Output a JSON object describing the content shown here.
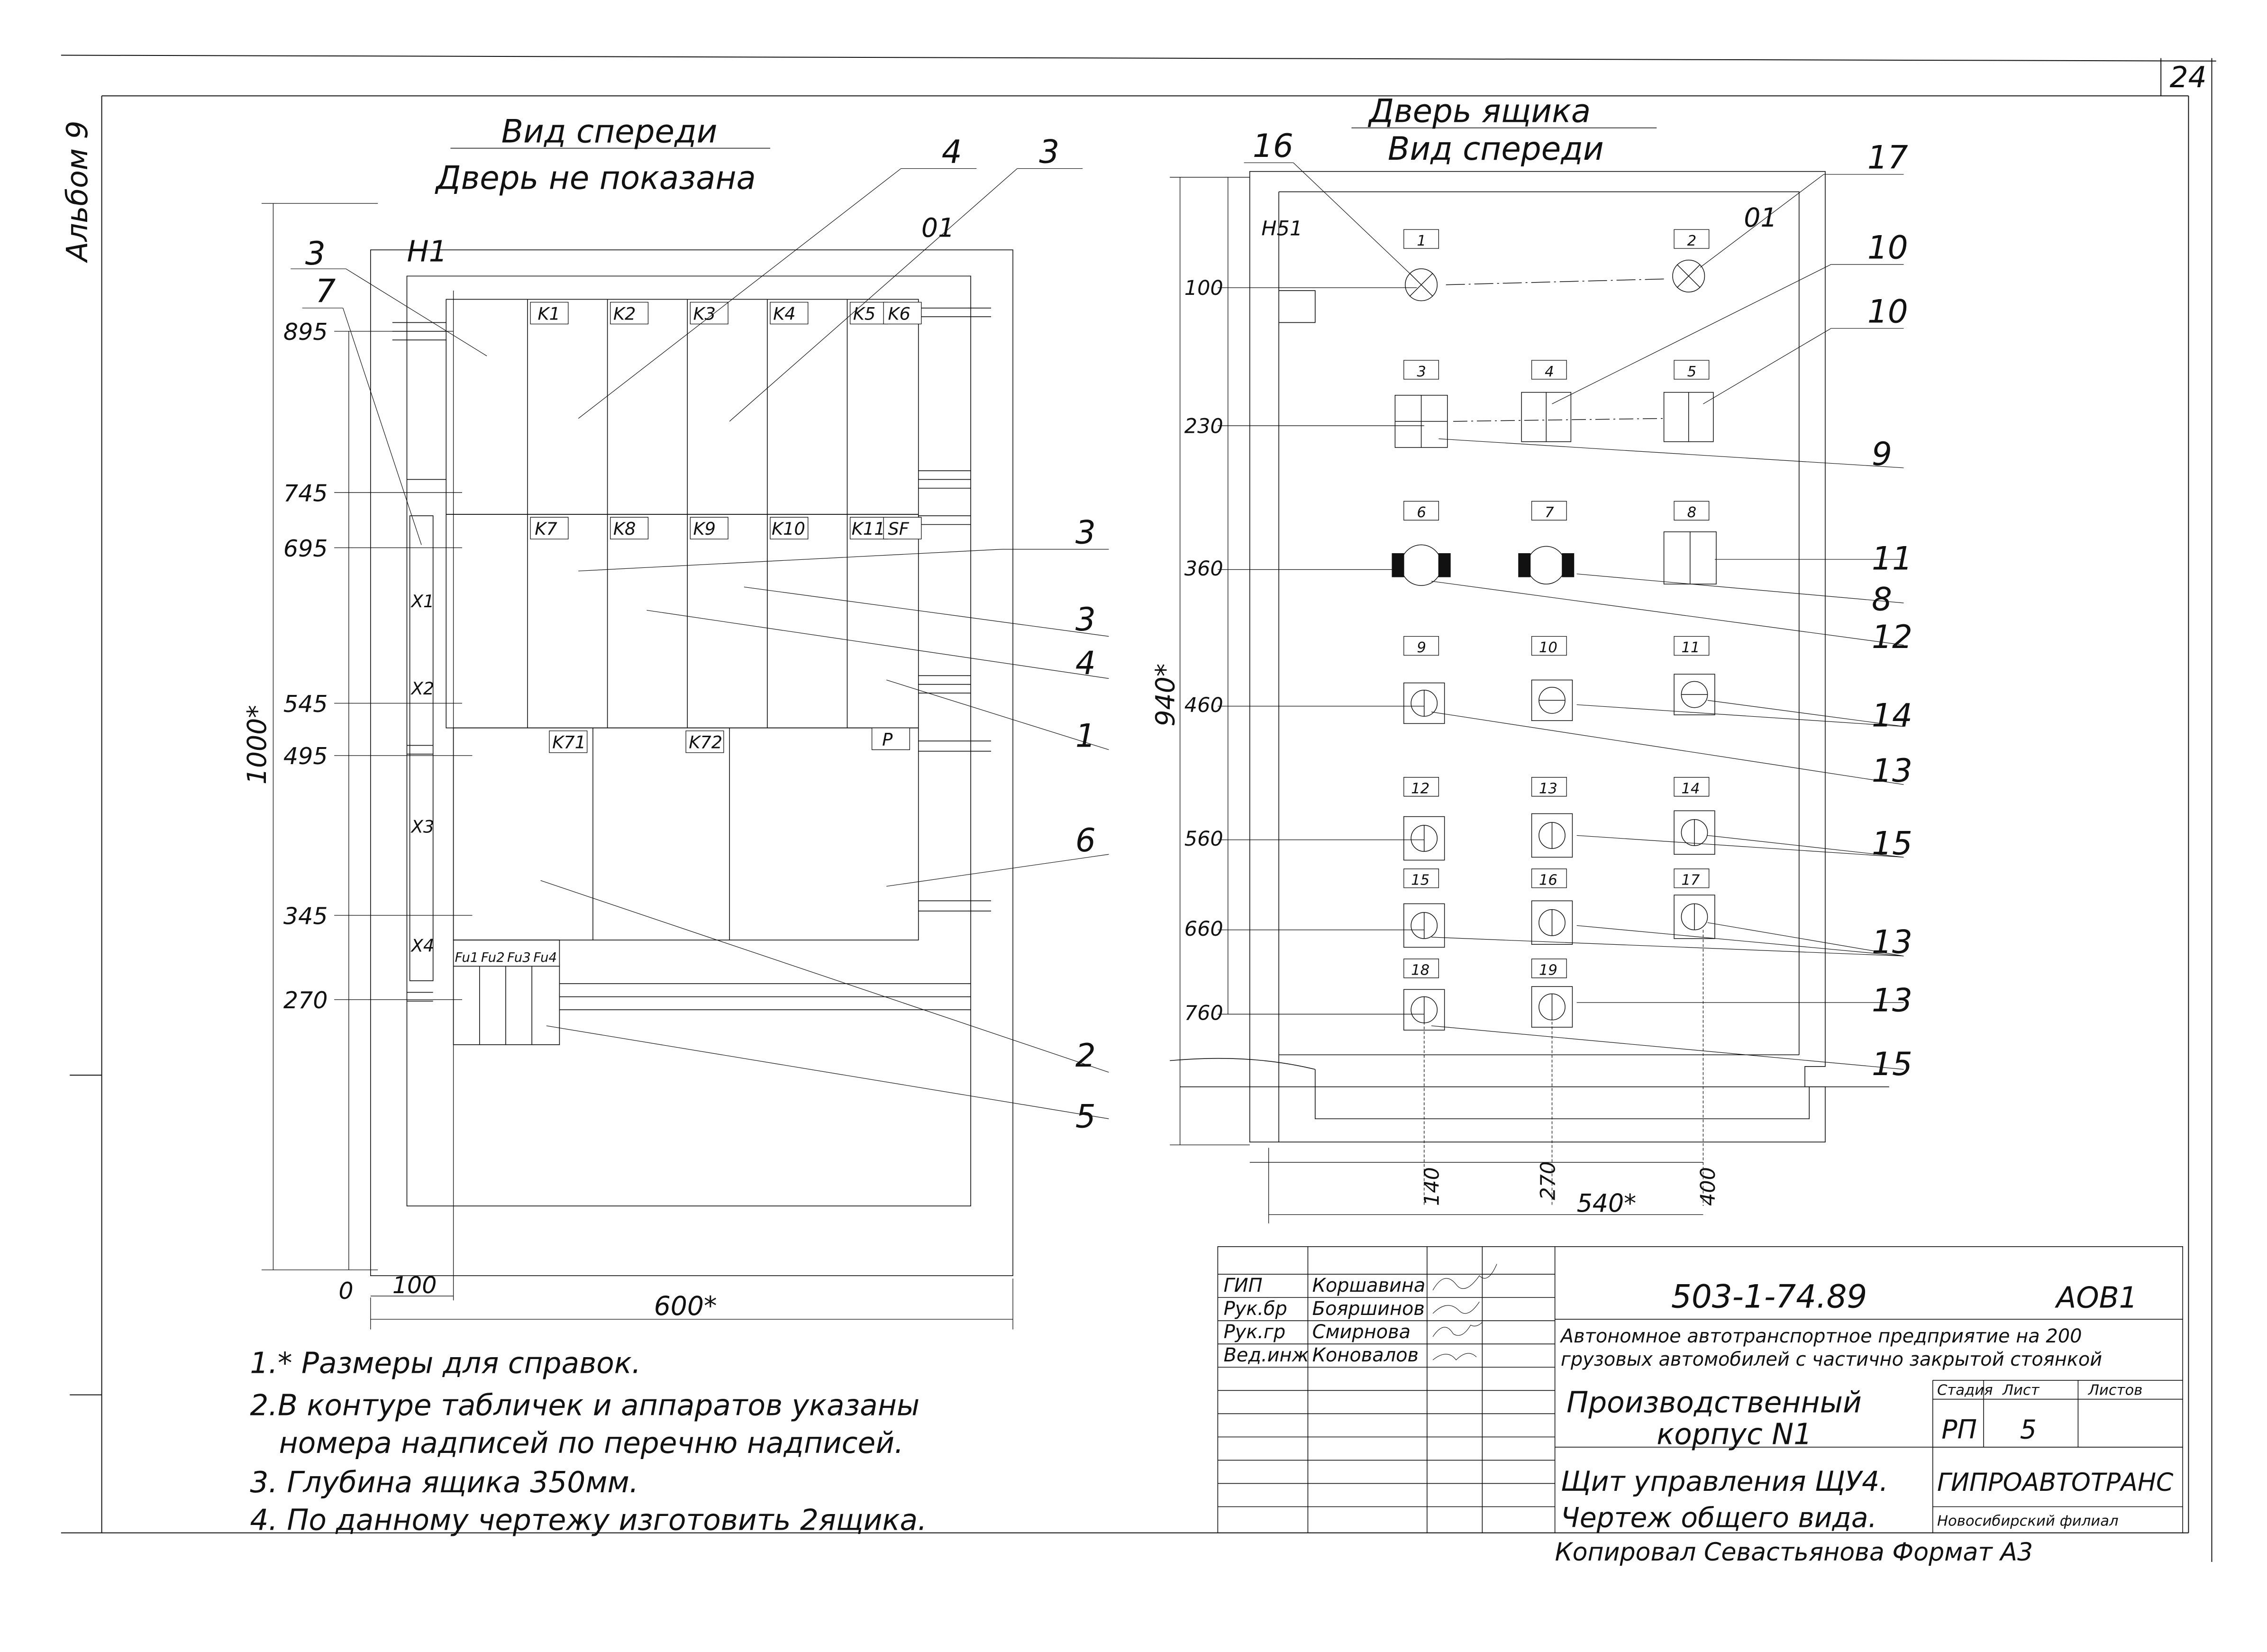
{
  "sheet": {
    "sheet_number": "24",
    "album_label": "Альбом 9",
    "corner_label_h1": "H1",
    "corner_label_h51": "H51"
  },
  "front_view": {
    "title_line1": "Вид спереди",
    "title_line2": "Дверь не показана",
    "relay_labels": [
      "K1",
      "K2",
      "K3",
      "K4",
      "K5",
      "K6",
      "K7",
      "K8",
      "K9",
      "K10",
      "K11",
      "SF",
      "K71",
      "K72",
      "P"
    ],
    "terminal_labels": [
      "X1",
      "X2",
      "X3",
      "X4"
    ],
    "fuse_labels": [
      "Fu1",
      "Fu2",
      "Fu3",
      "Fu4"
    ],
    "left_dims": [
      "895",
      "745",
      "695",
      "545",
      "495",
      "345",
      "270",
      "0"
    ],
    "overall_height": "1000*",
    "bottom_dim_100": "100",
    "bottom_dim_width": "600*",
    "callouts": [
      "3",
      "7",
      "4",
      "3",
      "01",
      "3",
      "3",
      "4",
      "1",
      "6",
      "2",
      "5"
    ]
  },
  "door_view": {
    "title_line1": "Дверь ящика",
    "title_line2": "Вид спереди",
    "left_dims": [
      "100",
      "230",
      "360",
      "460",
      "560",
      "660",
      "760"
    ],
    "overall_height": "940*",
    "bottom_dims": [
      "140",
      "270",
      "400"
    ],
    "bottom_width": "540*",
    "plate_labels": [
      "1",
      "2",
      "3",
      "4",
      "5",
      "6",
      "7",
      "8",
      "9",
      "10",
      "11",
      "12",
      "13",
      "14",
      "15",
      "16",
      "17",
      "18",
      "19"
    ],
    "callouts": [
      "16",
      "17",
      "01",
      "10",
      "10",
      "9",
      "11",
      "8",
      "12",
      "14",
      "13",
      "15",
      "13",
      "13",
      "15"
    ]
  },
  "notes": [
    "1.* Размеры для справок.",
    "2.В контуре табличек и аппаратов указаны",
    "номера надписей по перечню надписей.",
    "3. Глубина ящика 350мм.",
    "4. По данному чертежу изготовить 2ящика."
  ],
  "title_block": {
    "staff": [
      {
        "role": "ГИП",
        "name": "Коршавина"
      },
      {
        "role": "Рук.бр",
        "name": "Бояршинов"
      },
      {
        "role": "Рук.гр",
        "name": "Смирнова"
      },
      {
        "role": "Вед.инж",
        "name": "Коновалов"
      }
    ],
    "doc_code": "503-1-74.89",
    "series": "АОВ1",
    "project_line1": "Автономное автотранспортное предприятие на 200",
    "project_line2": "грузовых автомобилей с частично закрытой стоянкой",
    "building_line1": "Производственный",
    "building_line2": "корпус N1",
    "stage_header": "Стадия",
    "sheet_header": "Лист",
    "sheets_header": "Листов",
    "stage_value": "РП",
    "sheet_value": "5",
    "drawing_line1": "Щит управления ЩУ4.",
    "drawing_line2": "Чертеж общего вида.",
    "org_name": "ГИПРОАВТОТРАНС",
    "org_branch": "Новосибирский филиал",
    "footer": "Копировал Севастьянова Формат A3"
  }
}
